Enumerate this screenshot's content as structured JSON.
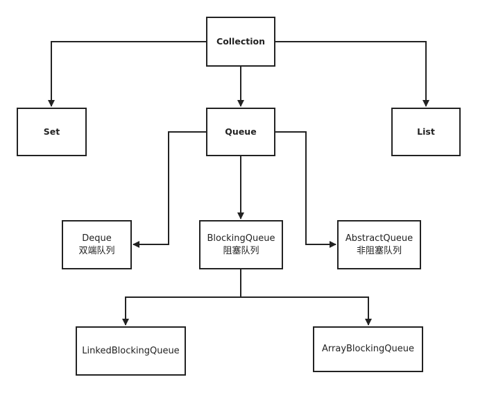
{
  "diagram": {
    "colors": {
      "stroke": "#222222",
      "background": "#ffffff",
      "text": "#222222"
    },
    "nodes": {
      "collection": {
        "label": "Collection"
      },
      "set": {
        "label": "Set"
      },
      "queue": {
        "label": "Queue"
      },
      "list": {
        "label": "List"
      },
      "deque": {
        "label": "Deque",
        "sublabel": "双端队列"
      },
      "blocking_queue": {
        "label": "BlockingQueue",
        "sublabel": "阻塞队列"
      },
      "abstract_queue": {
        "label": "AbstractQueue",
        "sublabel": "非阻塞队列"
      },
      "linked_blocking_queue": {
        "label": "LinkedBlockingQueue"
      },
      "array_blocking_queue": {
        "label": "ArrayBlockingQueue"
      }
    },
    "edges": [
      {
        "from": "collection",
        "to": "set"
      },
      {
        "from": "collection",
        "to": "queue"
      },
      {
        "from": "collection",
        "to": "list"
      },
      {
        "from": "queue",
        "to": "deque"
      },
      {
        "from": "queue",
        "to": "blocking_queue"
      },
      {
        "from": "queue",
        "to": "abstract_queue"
      },
      {
        "from": "blocking_queue",
        "to": "linked_blocking_queue"
      },
      {
        "from": "blocking_queue",
        "to": "array_blocking_queue"
      }
    ]
  }
}
